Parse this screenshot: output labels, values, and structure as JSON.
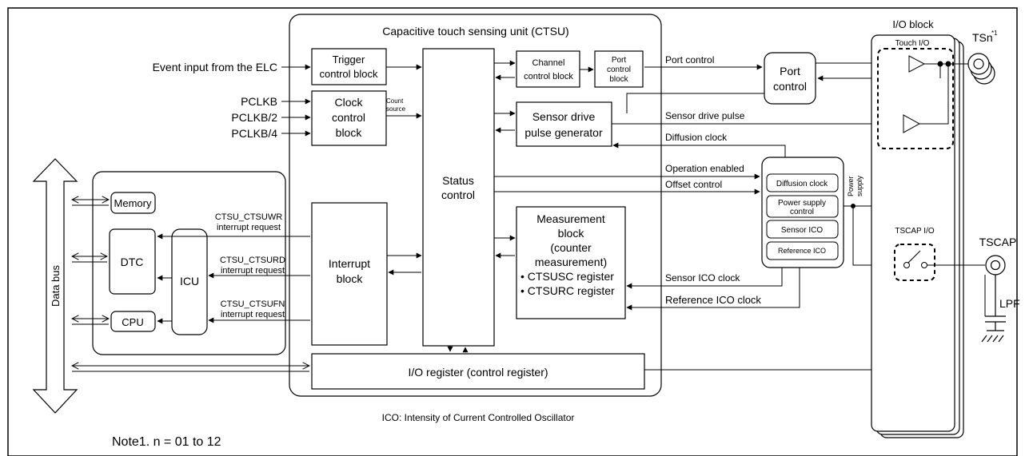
{
  "ctsu": {
    "title": "Capacitive touch sensing unit (CTSU)"
  },
  "inputs": {
    "event": "Event input from the ELC",
    "pclkb": "PCLKB",
    "pclkb2": "PCLKB/2",
    "pclkb4": "PCLKB/4"
  },
  "blocks": {
    "trigger": [
      "Trigger",
      "control block"
    ],
    "clock": [
      "Clock",
      "control",
      "block"
    ],
    "count_source": [
      "Count",
      "source"
    ],
    "status": [
      "Status",
      "control"
    ],
    "channel": [
      "Channel",
      "control block"
    ],
    "port_ctrl_block": [
      "Port",
      "control",
      "block"
    ],
    "sensor_drive": [
      "Sensor drive",
      "pulse generator"
    ],
    "measurement": [
      "Measurement",
      "block",
      "(counter",
      "measurement)",
      "• CTSUSC register",
      "• CTSURC register"
    ],
    "interrupt": [
      "Interrupt",
      "block"
    ],
    "io_register": "I/O register (control register)",
    "port_control": [
      "Port",
      "control"
    ],
    "diffusion_clock": "Diffusion clock",
    "power_supply_control": [
      "Power supply",
      "control"
    ],
    "sensor_ico": "Sensor ICO",
    "reference_ico": "Reference ICO"
  },
  "cpu_side": {
    "memory": "Memory",
    "dtc": "DTC",
    "cpu": "CPU",
    "icu": "ICU",
    "data_bus": "Data bus",
    "irq_wr": [
      "CTSU_CTSUWR",
      "interrupt request"
    ],
    "irq_rd": [
      "CTSU_CTSURD",
      "interrupt request"
    ],
    "irq_fn": [
      "CTSU_CTSUFN",
      "interrupt request"
    ]
  },
  "signals": {
    "port_control": "Port control",
    "sensor_drive_pulse": "Sensor drive pulse",
    "diffusion_clock": "Diffusion clock",
    "operation_enabled": "Operation enabled",
    "offset_control": "Offset control",
    "sensor_ico_clock": "Sensor ICO clock",
    "reference_ico_clock": "Reference ICO clock",
    "power_supply": [
      "Power",
      "supply"
    ]
  },
  "io_block": {
    "title": "I/O block",
    "touch_io": "Touch I/O",
    "tscap_io": "TSCAP I/O",
    "tsn": "TSn",
    "tsn_note": "*1",
    "tscap": "TSCAP",
    "lpf": "LPF"
  },
  "footnotes": {
    "ico": "ICO: Intensity of Current Controlled Oscillator",
    "note1": "Note1. n = 01 to 12"
  }
}
